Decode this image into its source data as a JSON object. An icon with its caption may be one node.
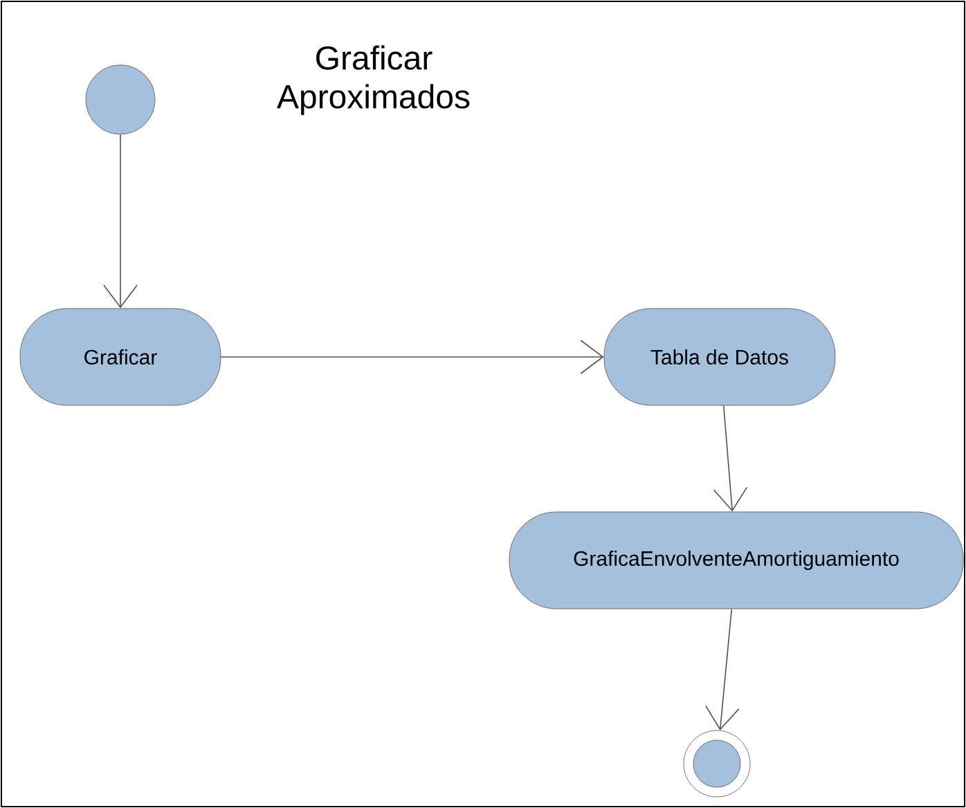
{
  "diagram": {
    "title": "Graficar Aproximados",
    "nodes": [
      {
        "text": [],
        "shape": "circle"
      },
      {
        "text": [
          "Graficar"
        ]
      },
      {
        "text": [
          "Tabla de Datos"
        ]
      },
      {
        "text": [
          "GraficaEnvolventeAmortiguamiento"
        ]
      },
      {
        "text": [],
        "shape": "circle"
      }
    ],
    "edges": [
      {
        "from": 0,
        "to": 1,
        "arrow": "to"
      },
      {
        "from": 1,
        "to": 2,
        "arrow": "to"
      },
      {
        "from": 2,
        "to": 3,
        "arrow": "to"
      },
      {
        "from": 3,
        "to": 4,
        "arrow": "to"
      }
    ]
  }
}
